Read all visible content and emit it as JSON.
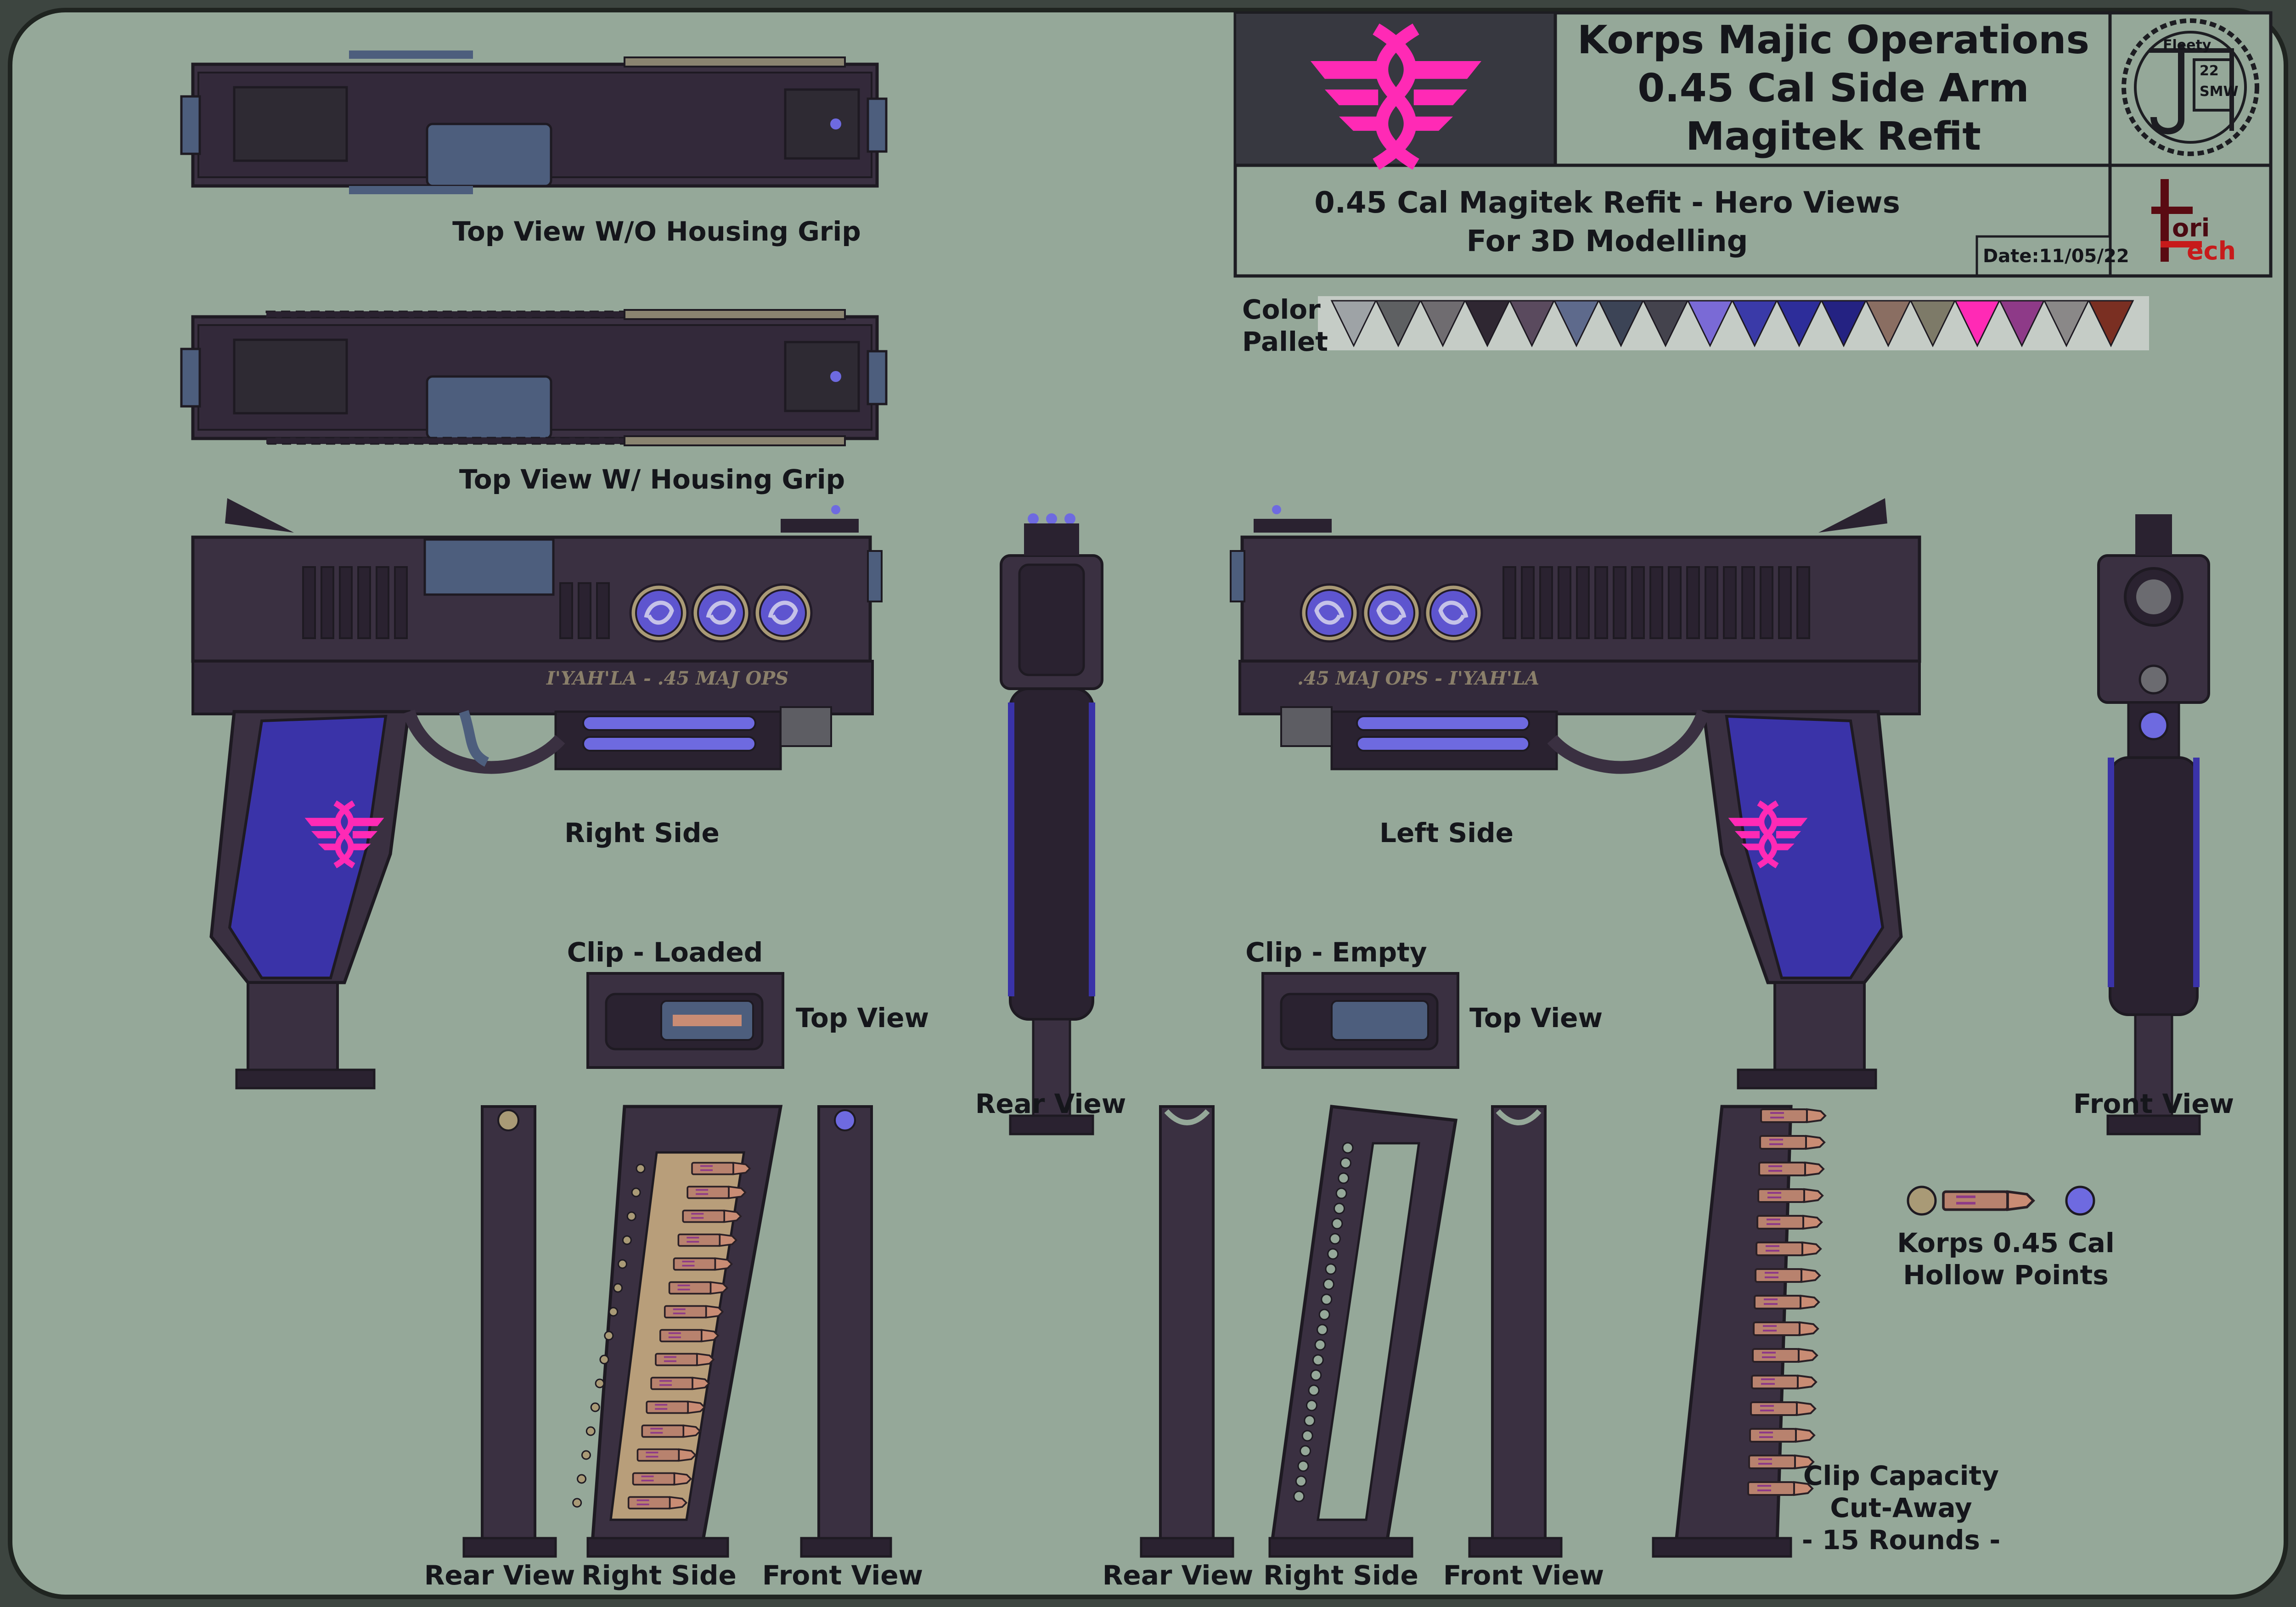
{
  "title": {
    "line1": "Korps Majic Operations",
    "line2": "0.45 Cal Side Arm",
    "line3": "Magitek Refit",
    "subtitle1": "0.45 Cal Magitek Refit - Hero Views",
    "subtitle2": "For 3D Modelling",
    "date": "Date:11/05/22"
  },
  "stamp": {
    "line1": "Fleety",
    "line2": "22",
    "line3": "SMW"
  },
  "maker_logo": {
    "letters1": "ori",
    "letters2": "ech"
  },
  "palette": {
    "label1": "Color",
    "label2": "Pallet",
    "swatches": [
      "#9ea3a6",
      "#5e6062",
      "#6f6c70",
      "#2f2732",
      "#5a4a5e",
      "#5e6a8c",
      "#3c4456",
      "#44434d",
      "#7a6ad6",
      "#3a3aa8",
      "#2d2d9a",
      "#242282",
      "#8a6e62",
      "#7d7a68",
      "#ff2ab5",
      "#8e3a88",
      "#8a8888",
      "#7a2f22"
    ]
  },
  "labels": {
    "top_without_grip": "Top View W/O Housing Grip",
    "top_with_grip": "Top View W/ Housing Grip",
    "right_side": "Right Side",
    "left_side": "Left Side",
    "rear_view": "Rear View",
    "front_view": "Front View",
    "clip_loaded": "Clip - Loaded",
    "clip_empty": "Clip - Empty",
    "clip_top_view_a": "Top View",
    "clip_top_view_b": "Top View",
    "mag_loaded_rear": "Rear View",
    "mag_loaded_right": "Right Side",
    "mag_loaded_front": "Front View",
    "mag_empty_rear": "Rear View",
    "mag_empty_right": "Right Side",
    "mag_empty_front": "Front View",
    "ammo_line1": "Korps 0.45 Cal",
    "ammo_line2": "Hollow Points",
    "capacity_line1": "Clip Capacity",
    "capacity_line2": "Cut-Away",
    "capacity_line3": "- 15 Rounds -"
  },
  "engravings": {
    "right": "I'YAH'LA - .45 MAJ OPS",
    "left": ".45 MAJ OPS - I'YAH'LA"
  },
  "colors": {
    "background": "#95a899",
    "frame": "#3a3041",
    "frame_dark": "#2a2230",
    "grip": "#3a33a8",
    "magenta": "#ff2ab5",
    "violet": "#6e6ae0",
    "brass": "#b89e7a",
    "round": "#b8826e",
    "steel": "#4d5e7d"
  }
}
